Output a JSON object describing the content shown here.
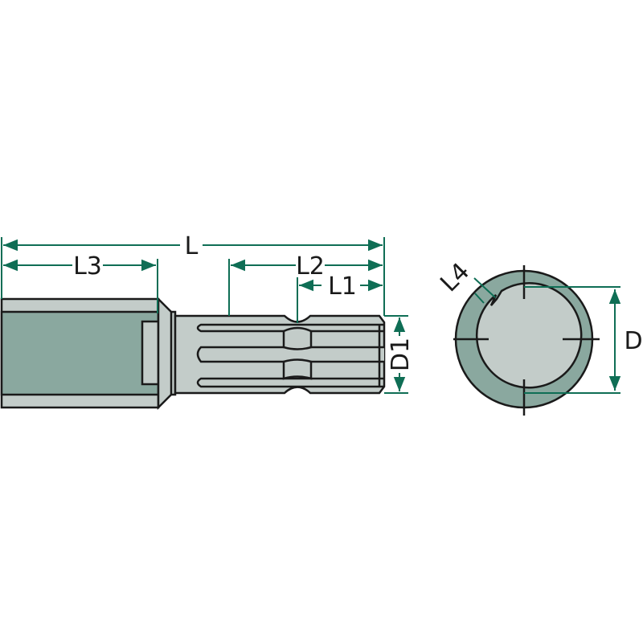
{
  "colors": {
    "dimension": "#0f6e55",
    "body_dark": "#8aa89f",
    "body_light": "#c3ccc9",
    "outline": "#1a1a1a"
  },
  "labels": {
    "L": "L",
    "L1": "L1",
    "L2": "L2",
    "L3": "L3",
    "L4": "L4",
    "D": "D",
    "D1": "D1"
  }
}
